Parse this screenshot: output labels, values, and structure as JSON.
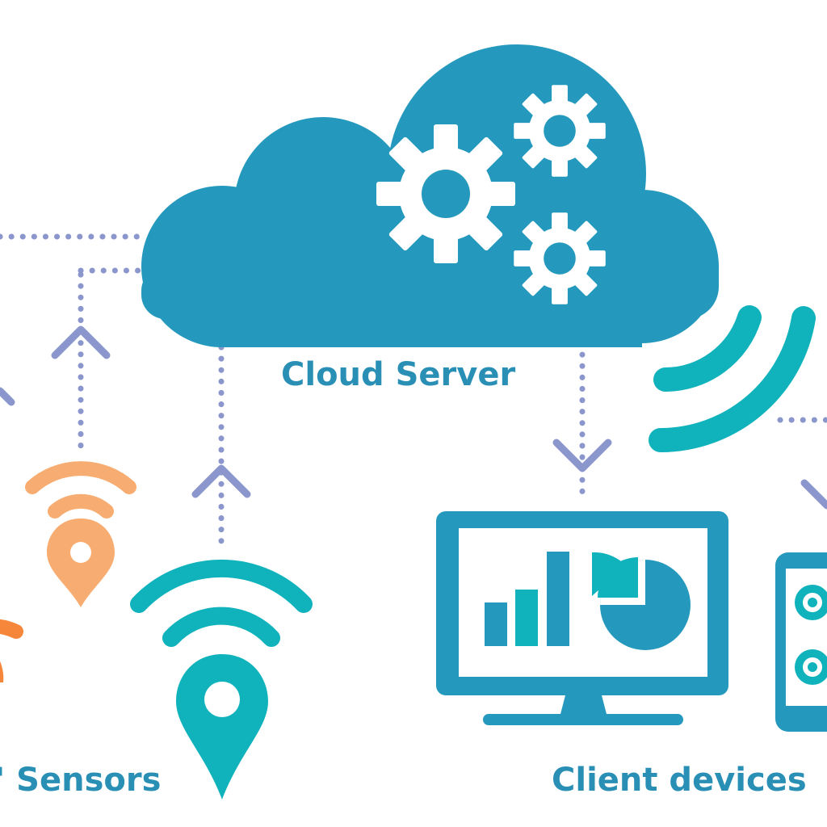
{
  "labels": {
    "cloud_server": "Cloud Server",
    "sensors": "' Sensors",
    "client_devices": "Client devices"
  },
  "colors": {
    "primary": "#2499bd",
    "teal": "#10b3bc",
    "orange_light": "#f7ad71",
    "orange": "#f5863a",
    "connector": "#8a96cc",
    "label": "#2a8fb5",
    "gear": "#ffffff"
  },
  "icons": {
    "cloud": "cloud-icon",
    "gears": "gears-icon",
    "wifi_signal": "wifi-signal-icon",
    "sensor": "location-pin-icon",
    "monitor": "monitor-icon",
    "phone": "smartphone-icon"
  }
}
